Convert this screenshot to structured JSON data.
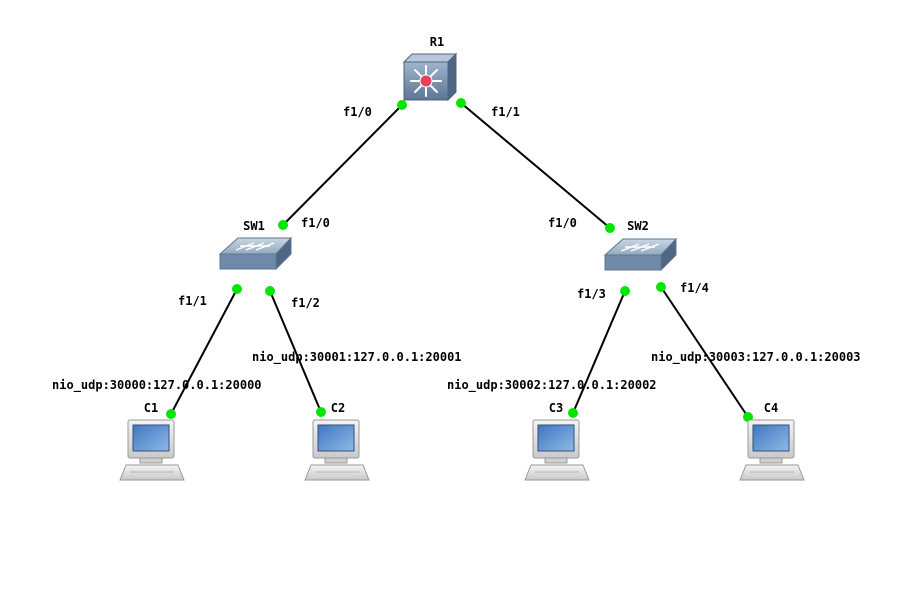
{
  "nodes": {
    "r1": {
      "label": "R1"
    },
    "sw1": {
      "label": "SW1"
    },
    "sw2": {
      "label": "SW2"
    },
    "c1": {
      "label": "C1"
    },
    "c2": {
      "label": "C2"
    },
    "c3": {
      "label": "C3"
    },
    "c4": {
      "label": "C4"
    }
  },
  "links": {
    "r1_sw1": {
      "a_port": "f1/0",
      "b_port": "f1/0"
    },
    "r1_sw2": {
      "a_port": "f1/1",
      "b_port": "f1/0"
    },
    "sw1_c1": {
      "a_port": "f1/1",
      "b_port": "nio_udp:30000:127.0.0.1:20000"
    },
    "sw1_c2": {
      "a_port": "f1/2",
      "b_port": "nio_udp:30001:127.0.0.1:20001"
    },
    "sw2_c3": {
      "a_port": "f1/3",
      "b_port": "nio_udp:30002:127.0.0.1:20002"
    },
    "sw2_c4": {
      "a_port": "f1/4",
      "b_port": "nio_udp:30003:127.0.0.1:20003"
    }
  },
  "colors": {
    "port_dot": "#00e600",
    "link": "#000000",
    "device_body": "#6f8aa8",
    "router_core": "#e8425a"
  }
}
